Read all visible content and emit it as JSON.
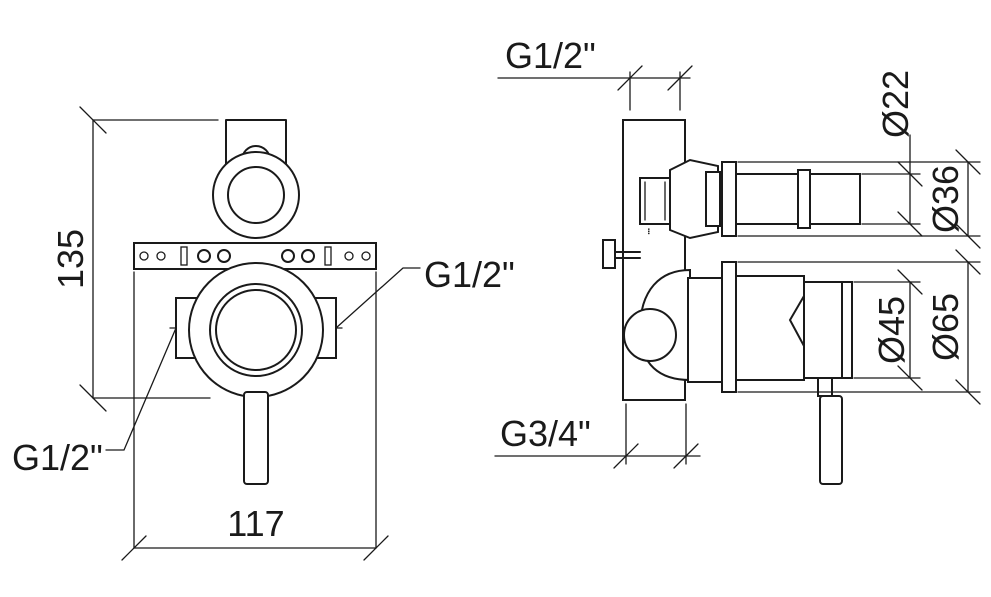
{
  "dimensions": {
    "front_height": "135",
    "front_width": "117",
    "front_inlet_right": "G1/2\"",
    "front_inlet_left": "G1/2\"",
    "side_top_thread": "G1/2\"",
    "side_bottom_thread": "G3/4\"",
    "dia_22": "Ø22",
    "dia_36": "Ø36",
    "dia_45": "Ø45",
    "dia_65": "Ø65"
  },
  "colors": {
    "line": "#1a1a1a",
    "background": "#ffffff"
  }
}
